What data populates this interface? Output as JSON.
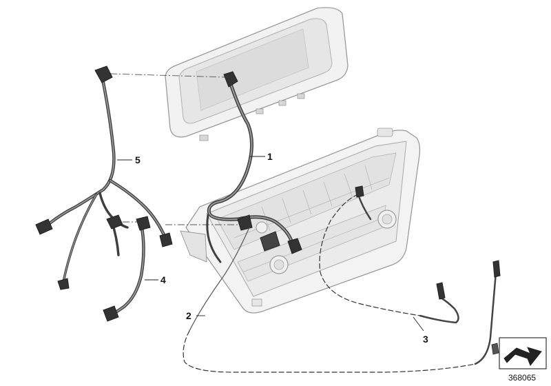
{
  "diagram": {
    "callouts": [
      {
        "id": "1",
        "label": "1"
      },
      {
        "id": "2",
        "label": "2"
      },
      {
        "id": "3",
        "label": "3"
      },
      {
        "id": "4",
        "label": "4"
      },
      {
        "id": "5",
        "label": "5"
      }
    ],
    "reference_number": "368065",
    "colors": {
      "line_art": "#8a8a8a",
      "cable": "#3f3f3f",
      "part_fill": "#efefef",
      "callout_text": "#111111"
    }
  }
}
